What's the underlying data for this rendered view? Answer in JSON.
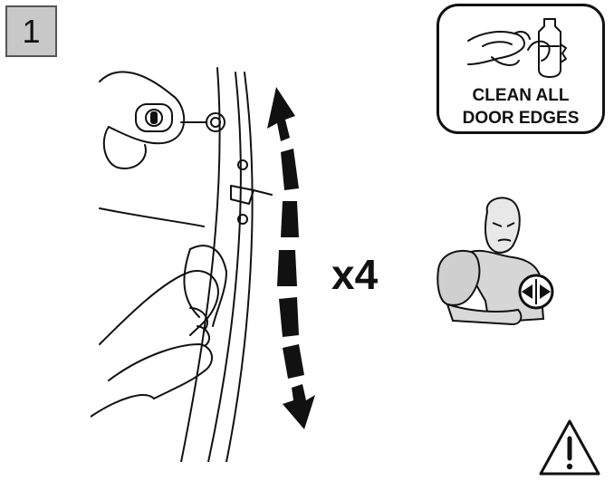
{
  "step": {
    "number": "1"
  },
  "repetition": {
    "label": "x4"
  },
  "clean_panel": {
    "line1": "CLEAN ALL",
    "line2": "DOOR EDGES"
  },
  "icons": {
    "main": "door-edge-wiping-illustration",
    "arrows": "up-down-dashed-arrows-icon",
    "clean": "hand-wipe-bottle-icon",
    "strength": "strong-man-press-icon",
    "warning": "warning-triangle-icon"
  }
}
